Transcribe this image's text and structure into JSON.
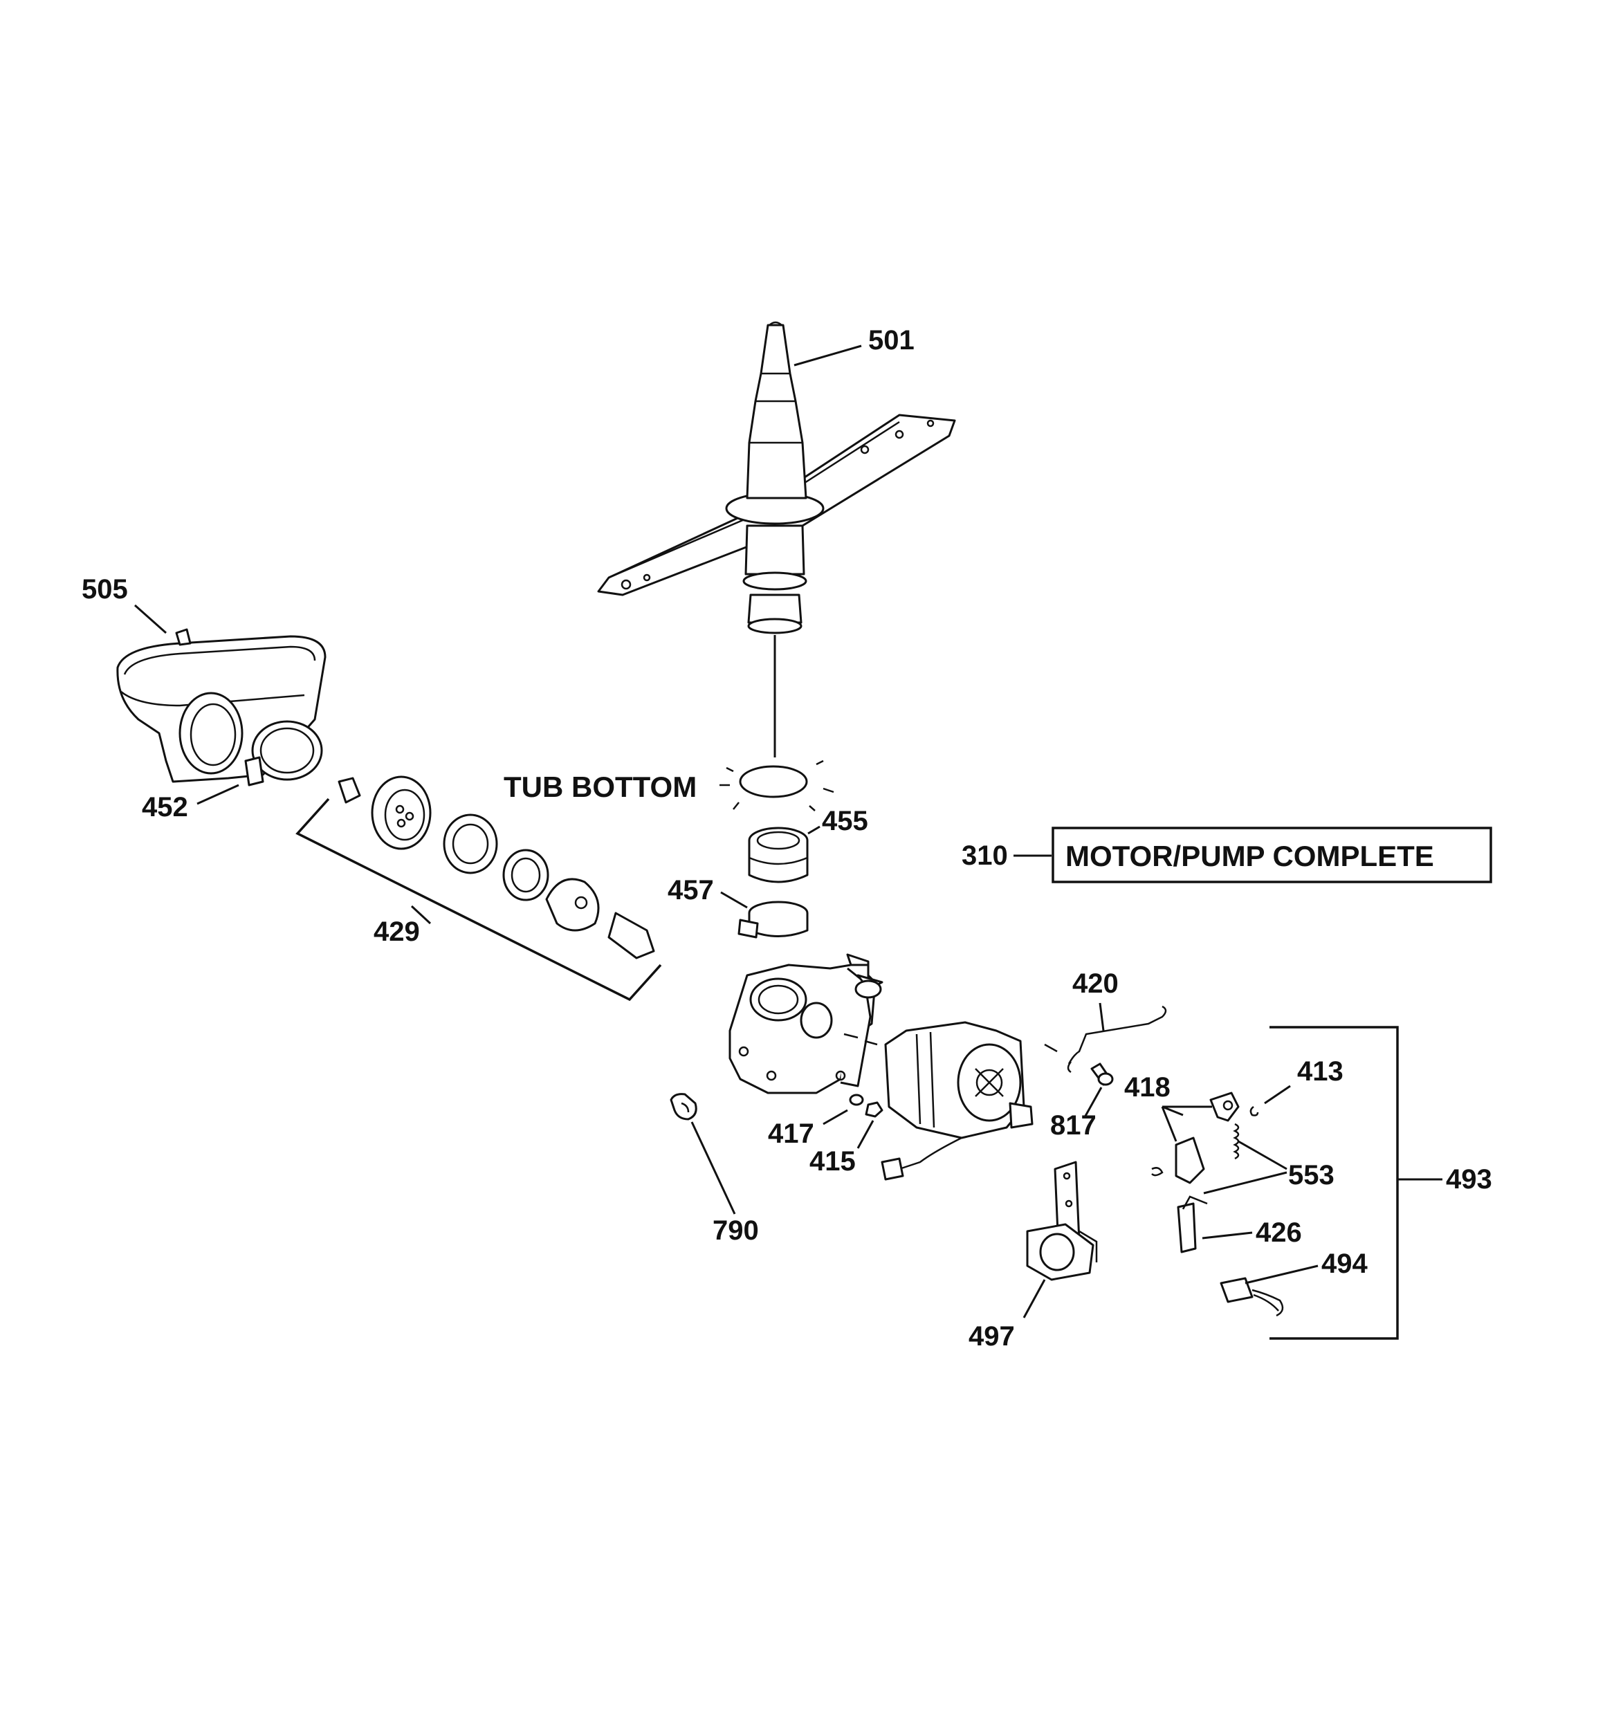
{
  "diagram": {
    "labels": {
      "p501": "501",
      "p505": "505",
      "p452": "452",
      "p429": "429",
      "tub_bottom": "TUB BOTTOM",
      "p455": "455",
      "p457": "457",
      "p310": "310",
      "motor_pump_complete": "MOTOR/PUMP COMPLETE",
      "p420": "420",
      "p413": "413",
      "p418": "418",
      "p817": "817",
      "p417": "417",
      "p415": "415",
      "p553": "553",
      "p493": "493",
      "p426": "426",
      "p494": "494",
      "p790": "790",
      "p497": "497"
    }
  }
}
